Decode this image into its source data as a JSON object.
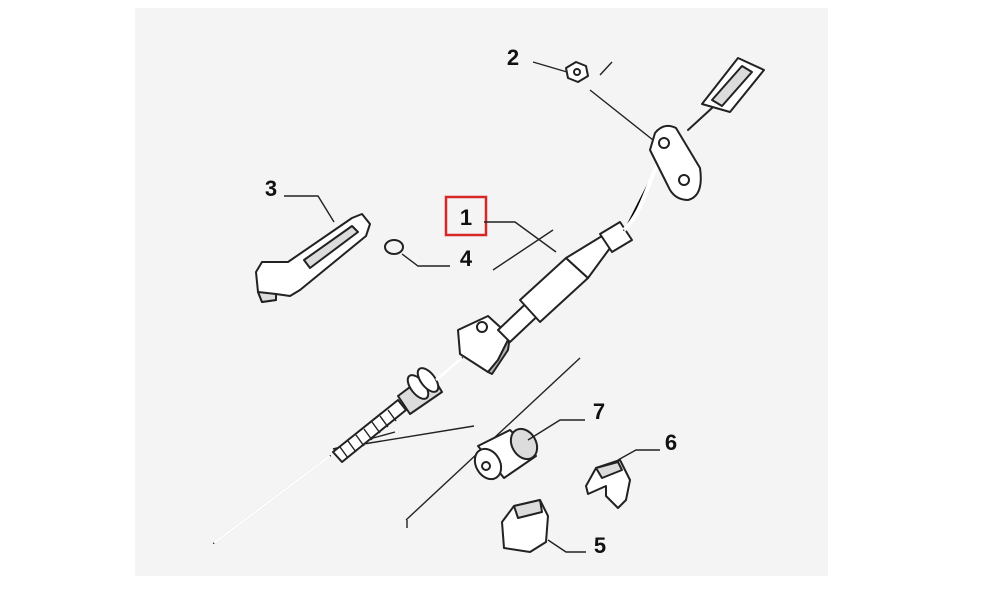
{
  "callouts": [
    {
      "label": "1",
      "highlighted": true
    },
    {
      "label": "2",
      "highlighted": false
    },
    {
      "label": "3",
      "highlighted": false
    },
    {
      "label": "4",
      "highlighted": false
    },
    {
      "label": "5",
      "highlighted": false
    },
    {
      "label": "6",
      "highlighted": false
    },
    {
      "label": "7",
      "highlighted": false
    }
  ],
  "colors": {
    "highlight_box": "#d62626",
    "panel_background": "#f4f4f4",
    "line": "#222222"
  }
}
